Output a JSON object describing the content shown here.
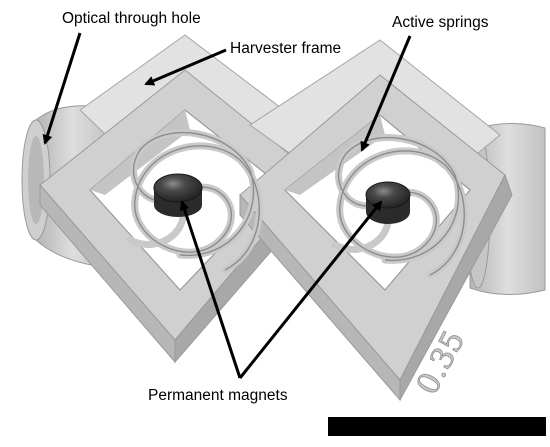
{
  "labels": {
    "optical_hole": "Optical through hole",
    "harvester_frame": "Harvester frame",
    "active_springs": "Active springs",
    "permanent_magnets": "Permanent magnets"
  },
  "engraving": "0.35",
  "colors": {
    "frame_light": "#d4d4d4",
    "frame_mid": "#bcbcbc",
    "frame_dark": "#9c9c9c",
    "magnet": "#3a3a3a",
    "annotation": "#000000",
    "scale_bar": "#000000"
  }
}
